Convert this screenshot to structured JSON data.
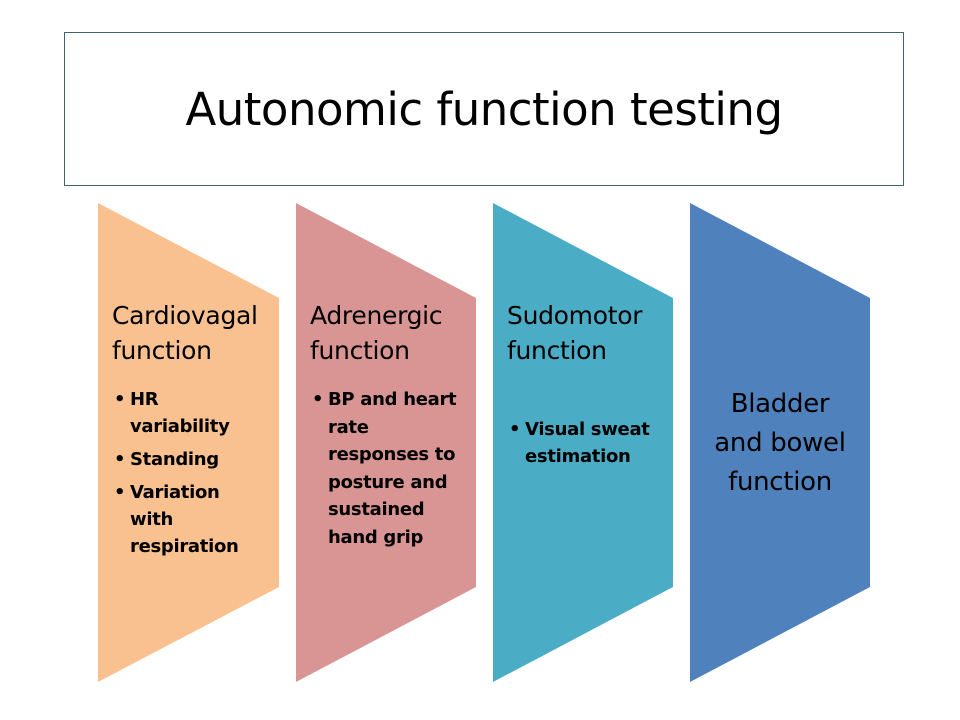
{
  "title": "Autonomic function testing",
  "colors": {
    "cardiovagal": "#f9c190",
    "adrenergic": "#d99594",
    "sudomotor": "#4bacc6",
    "bladder": "#4f81bd",
    "title_border": "#3f6470"
  },
  "panels": [
    {
      "heading_line1": "Cardiovagal",
      "heading_line2": "function",
      "items": [
        "HR variability",
        "Standing",
        "Variation with respiration"
      ]
    },
    {
      "heading_line1": "Adrenergic",
      "heading_line2": "function",
      "items": [
        "BP and heart rate responses to posture and sustained hand grip"
      ]
    },
    {
      "heading_line1": "Sudomotor",
      "heading_line2": "function",
      "items": [
        "Visual sweat estimation"
      ]
    },
    {
      "heading_line1": "Bladder",
      "heading_line2": "and bowel",
      "heading_line3": "function",
      "items": []
    }
  ],
  "bullet_glyph": "•"
}
